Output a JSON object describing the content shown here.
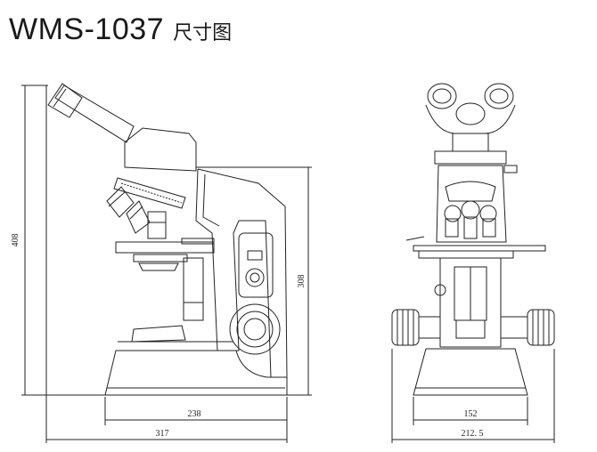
{
  "title": {
    "model": "WMS-1037",
    "subtitle": "尺寸图"
  },
  "side_view": {
    "height_total": "408",
    "height_body": "308",
    "width_base": "238",
    "width_total": "317"
  },
  "front_view": {
    "width_base": "152",
    "width_total": "212. 5"
  }
}
